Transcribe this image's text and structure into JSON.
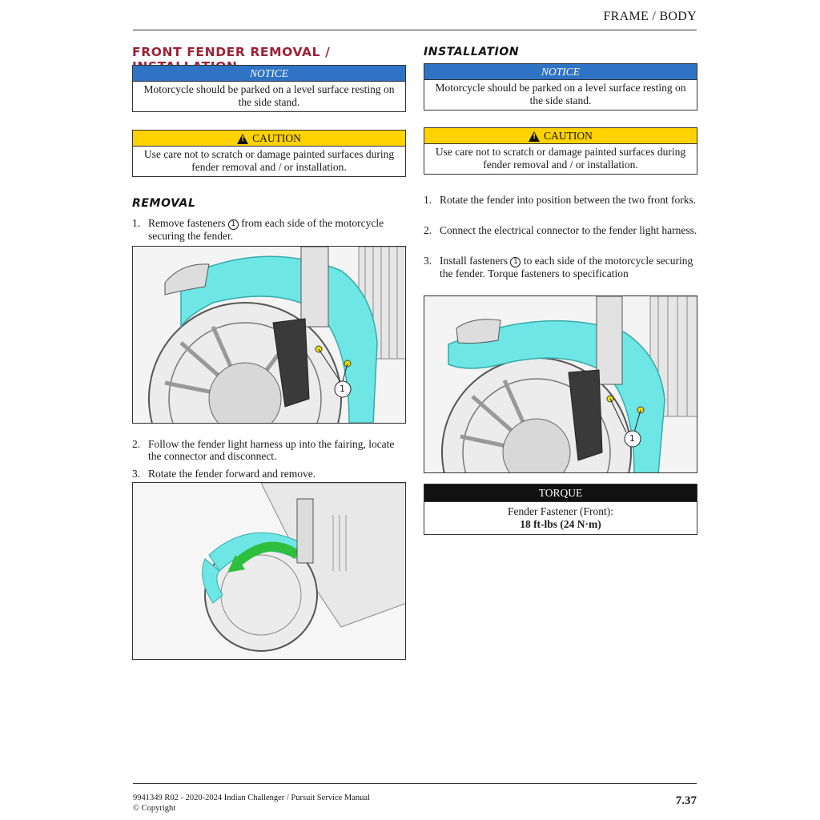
{
  "header": {
    "section": "FRAME / BODY"
  },
  "left": {
    "title": "FRONT FENDER REMOVAL / INSTALLATION",
    "notice": {
      "label": "NOTICE",
      "text": "Motorcycle should be parked on a level surface resting on the side stand."
    },
    "caution": {
      "label": "CAUTION",
      "text": "Use care not to scratch or damage painted surfaces during fender removal and / or installation."
    },
    "subtitle": "REMOVAL",
    "steps": [
      {
        "num": "1.",
        "pre": "Remove fasteners",
        "callout": "1",
        "post": "from each side of the motorcycle securing the fender."
      },
      {
        "num": "2.",
        "text": "Follow the fender light harness up into the fairing, locate the connector and disconnect."
      },
      {
        "num": "3.",
        "text": "Rotate the fender forward and remove."
      }
    ],
    "fig1_callout": "1"
  },
  "right": {
    "subtitle": "INSTALLATION",
    "notice": {
      "label": "NOTICE",
      "text": "Motorcycle should be parked on a level surface resting on the side stand."
    },
    "caution": {
      "label": "CAUTION",
      "text": "Use care not to scratch or damage painted surfaces during fender removal and / or installation."
    },
    "steps": [
      {
        "num": "1.",
        "text": "Rotate the fender into position between the two front forks."
      },
      {
        "num": "2.",
        "text": "Connect the electrical connector to the fender light harness."
      },
      {
        "num": "3.",
        "pre": "Install fasteners",
        "callout": "1",
        "post": "to each side of the motorcycle securing the fender. Torque fasteners to specification"
      }
    ],
    "fig_callout": "1",
    "torque": {
      "label": "TORQUE",
      "item": "Fender Fastener (Front):",
      "value": "18 ft-lbs (24 N·m)"
    }
  },
  "footer": {
    "line1": "9941349 R02 - 2020-2024 Indian Challenger / Pursuit Service Manual",
    "line2": "© Copyright",
    "page": "7.37"
  },
  "colors": {
    "title": "#9b2335",
    "notice": "#2f73c4",
    "caution": "#ffd200",
    "fender": "#6ee6e6"
  }
}
